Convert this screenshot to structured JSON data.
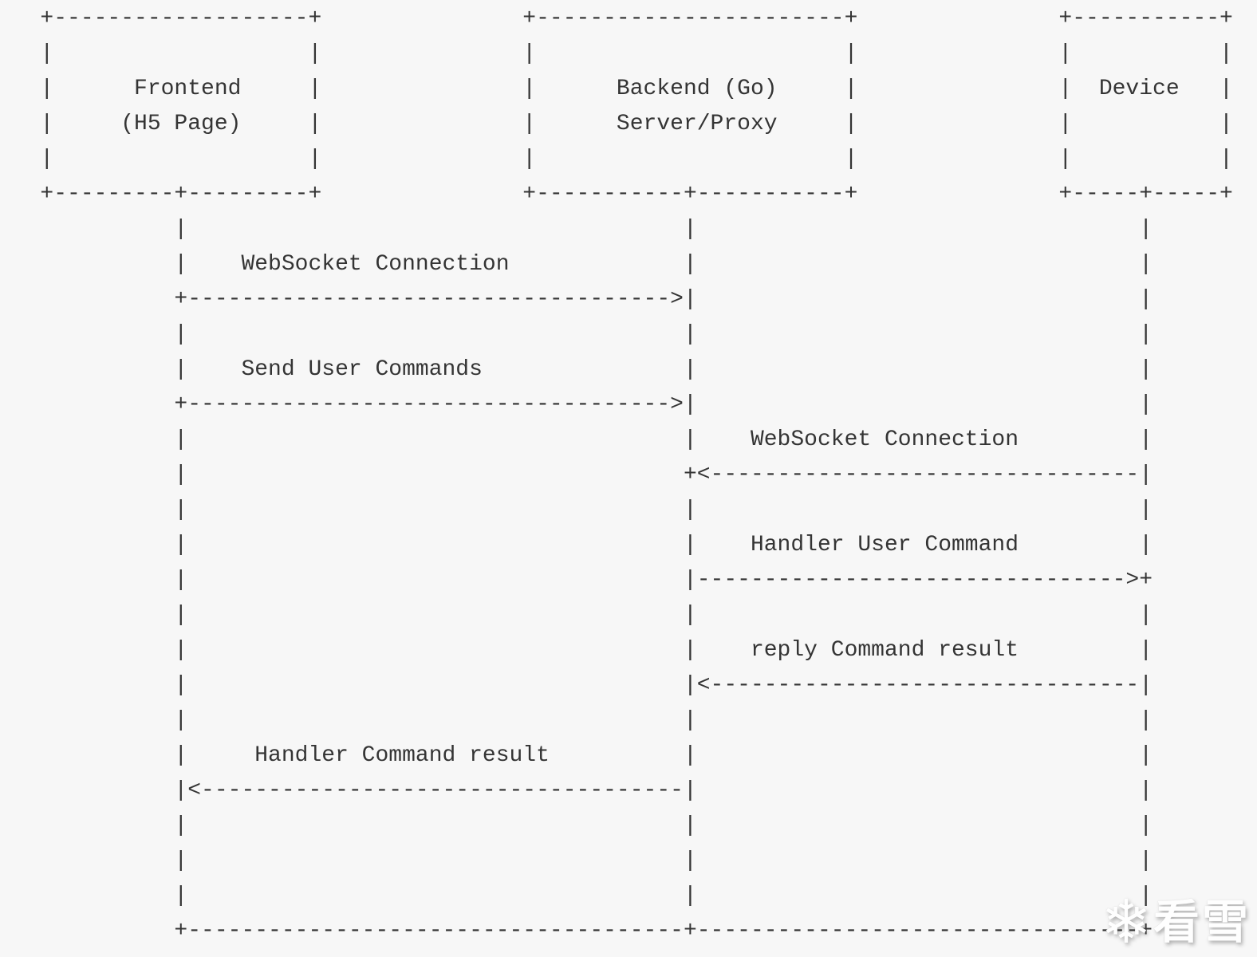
{
  "diagram": {
    "type": "ascii-sequence-diagram",
    "actors": [
      {
        "name": "Frontend (H5 Page)"
      },
      {
        "name": "Backend (Go) Server/Proxy"
      },
      {
        "name": "Device"
      }
    ],
    "messages": [
      {
        "label": "WebSocket Connection",
        "from": "Frontend (H5 Page)",
        "to": "Backend (Go) Server/Proxy",
        "direction": "right"
      },
      {
        "label": "Send User Commands",
        "from": "Frontend (H5 Page)",
        "to": "Backend (Go) Server/Proxy",
        "direction": "right"
      },
      {
        "label": "WebSocket Connection",
        "from": "Device",
        "to": "Backend (Go) Server/Proxy",
        "direction": "left"
      },
      {
        "label": "Handler User Command",
        "from": "Backend (Go) Server/Proxy",
        "to": "Device",
        "direction": "right"
      },
      {
        "label": "reply Command result",
        "from": "Device",
        "to": "Backend (Go) Server/Proxy",
        "direction": "left"
      },
      {
        "label": "Handler Command result",
        "from": "Backend (Go) Server/Proxy",
        "to": "Frontend (H5 Page)",
        "direction": "left"
      }
    ],
    "lines": [
      "   +-------------------+               +-----------------------+               +-----------+",
      "   |                   |               |                       |               |           |",
      "   |      Frontend     |               |      Backend (Go)     |               |  Device   |",
      "   |     (H5 Page)     |               |      Server/Proxy     |               |           |",
      "   |                   |               |                       |               |           |",
      "   +---------+---------+               +-----------+-----------+               +-----+-----+",
      "             |                                     |                                 |",
      "             |    WebSocket Connection             |                                 |",
      "             +------------------------------------>|                                 |",
      "             |                                     |                                 |",
      "             |    Send User Commands               |                                 |",
      "             +------------------------------------>|                                 |",
      "             |                                     |    WebSocket Connection         |",
      "             |                                     +<--------------------------------|",
      "             |                                     |                                 |",
      "             |                                     |    Handler User Command         |",
      "             |                                     |-------------------------------->+",
      "             |                                     |                                 |",
      "             |                                     |    reply Command result         |",
      "             |                                     |<--------------------------------|",
      "             |                                     |                                 |",
      "             |     Handler Command result          |                                 |",
      "             |<------------------------------------|                                 |",
      "             |                                     |                                 |",
      "             |                                     |                                 |",
      "             |                                     |                                 |",
      "             +-------------------------------------+---------------------------------+"
    ]
  },
  "watermark": {
    "icon": "snowflake-icon",
    "glyph": "❄",
    "text": "看雪",
    "color": "#fefefe"
  },
  "colors": {
    "background": "#f7f7f7",
    "text": "#343434",
    "watermark": "#fefefe"
  }
}
